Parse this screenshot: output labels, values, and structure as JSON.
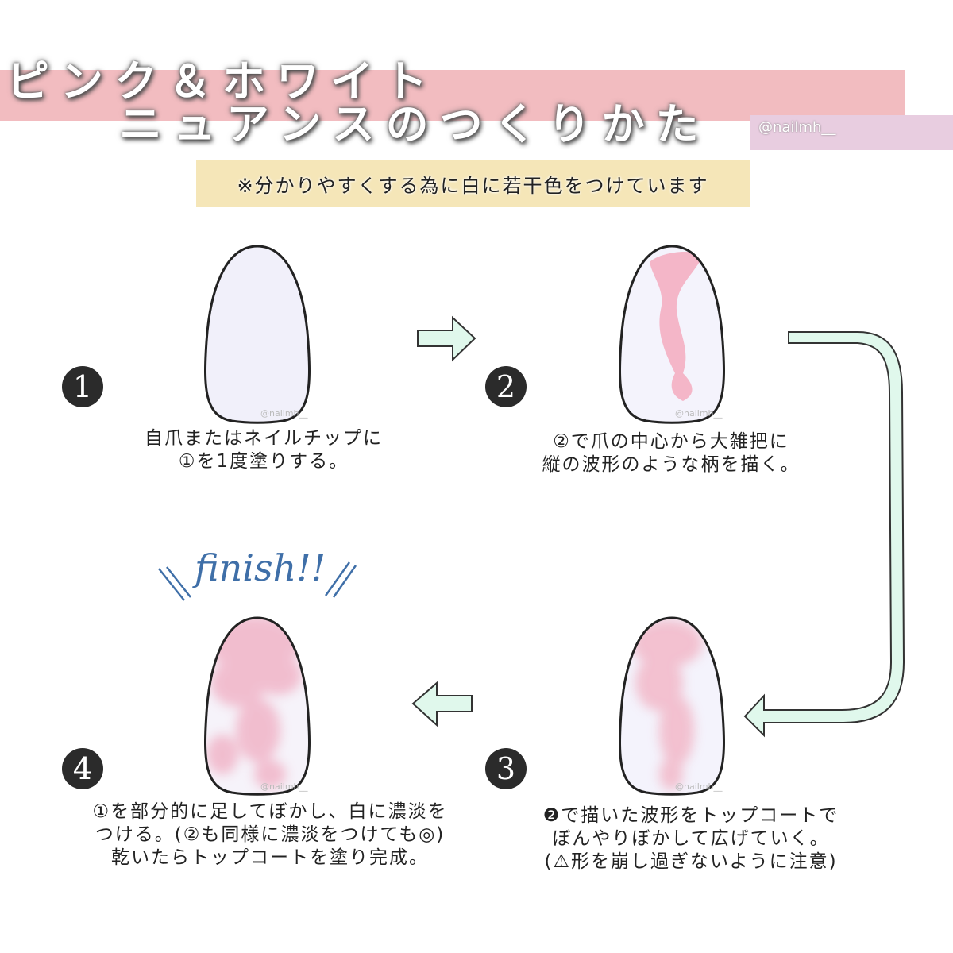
{
  "header": {
    "title_line1": "ピンク＆ホワイト",
    "title_line2": "ニュアンスのつくりかた",
    "handle": "@nailmh__"
  },
  "note": "※分かりやすくする為に白に若干色をつけています",
  "watermark": "@nailmh__",
  "finish_label": "finish!!",
  "steps": [
    {
      "number": "1",
      "line1": "自爪またはネイルチップに",
      "line2": "①を1度塗りする。"
    },
    {
      "number": "2",
      "line1": "②で爪の中心から大雑把に",
      "line2": "縦の波形のような柄を描く。"
    },
    {
      "number": "3",
      "line1": "❷で描いた波形をトップコートで",
      "line2": "ぼんやりぼかして広げていく。",
      "line3": "(⚠形を崩し過ぎないように注意)"
    },
    {
      "number": "4",
      "line1": "①を部分的に足してぼかし、白に濃淡を",
      "line2": "つける。(②も同様に濃淡をつけても◎)",
      "line3": "乾いたらトップコートを塗り完成。"
    }
  ],
  "colors": {
    "pink_band": "#f2bcc0",
    "lavender_band": "#e8cde0",
    "note_bg": "#f5e6b8",
    "arrow": "#e0f8ec",
    "nail_base": "#f1f0fa",
    "pink": "#f4b6c8",
    "finish": "#3f6fa8"
  }
}
